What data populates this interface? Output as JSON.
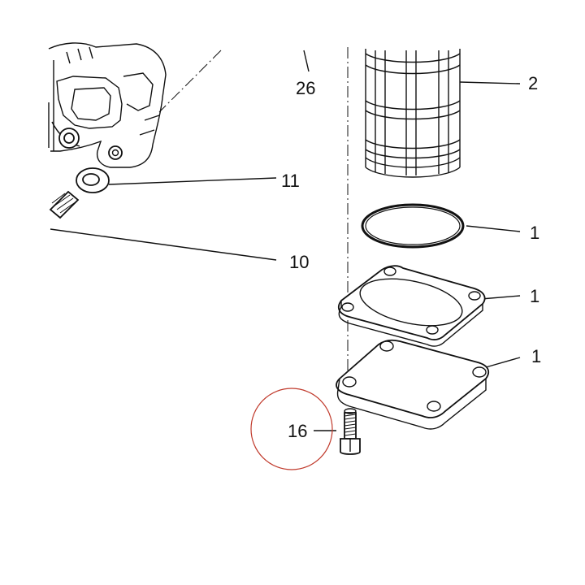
{
  "callouts": [
    {
      "id": "26",
      "text": "26"
    },
    {
      "id": "2",
      "text": "2"
    },
    {
      "id": "11",
      "text": "11"
    },
    {
      "id": "10",
      "text": "10"
    },
    {
      "id": "1a",
      "text": "1"
    },
    {
      "id": "1b",
      "text": "1"
    },
    {
      "id": "1c",
      "text": "1"
    },
    {
      "id": "16",
      "text": "16"
    }
  ],
  "colors": {
    "line": "#111111",
    "highlight_circle": "#c0392b",
    "background": "#ffffff"
  },
  "highlighted_callout": "16"
}
